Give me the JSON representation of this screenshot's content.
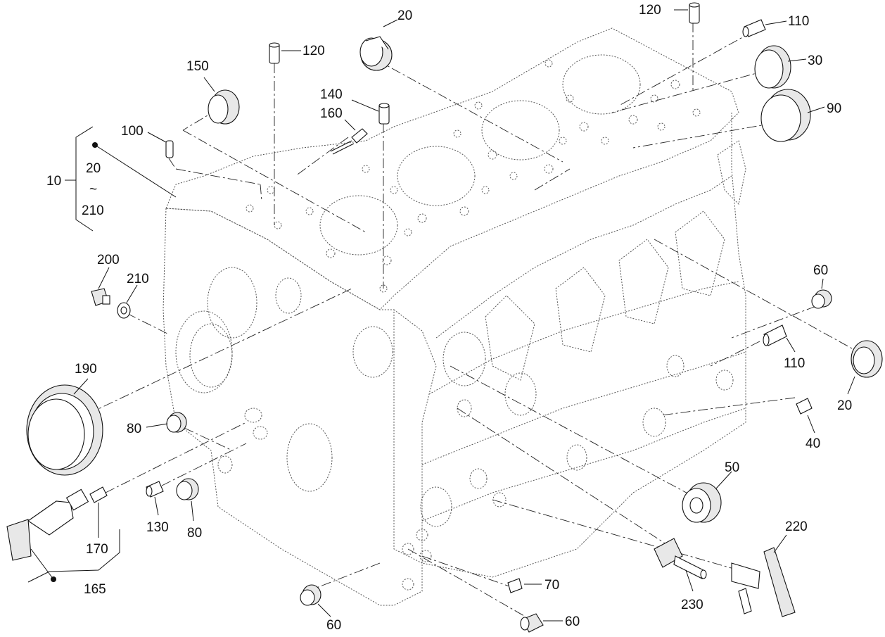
{
  "figure": {
    "labels": {
      "l10": "10",
      "l20a": "20",
      "tilde": "~",
      "l210a": "210",
      "l20_top": "20",
      "l120_left": "120",
      "l120_right": "120",
      "l110_top": "110",
      "l30": "30",
      "l90": "90",
      "l150": "150",
      "l140": "140",
      "l160": "160",
      "l100": "100",
      "l200": "200",
      "l210": "210",
      "l190": "190",
      "l80_left": "80",
      "l130": "130",
      "l80_bottom": "80",
      "l170": "170",
      "l165": "165",
      "l60_right": "60",
      "l110_right": "110",
      "l20_right": "20",
      "l40": "40",
      "l50": "50",
      "l220": "220",
      "l230": "230",
      "l70": "70",
      "l60_bottom_left": "60",
      "l60_bottom_right": "60"
    }
  }
}
